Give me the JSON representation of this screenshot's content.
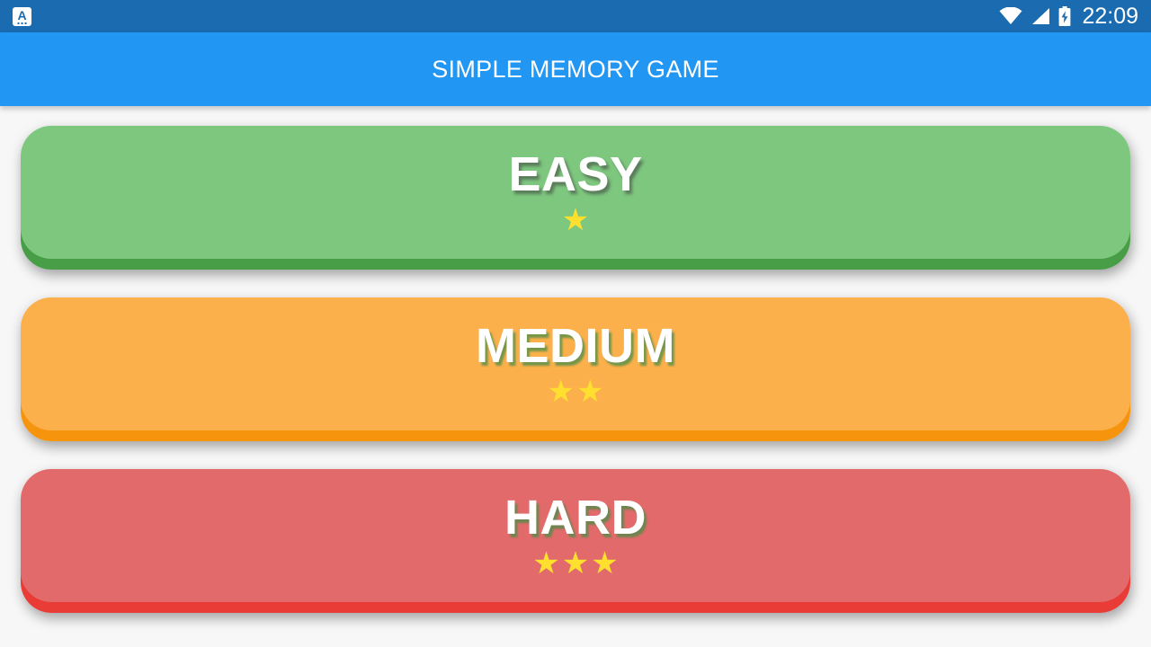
{
  "status_bar": {
    "background_color": "#1B6BB0",
    "notification_icon": "app-letter-a-icon",
    "notification_letter": "A",
    "icons": [
      "wifi-icon",
      "cellular-signal-icon",
      "battery-charging-icon"
    ],
    "clock": "22:09"
  },
  "app_bar": {
    "title": "SIMPLE MEMORY GAME",
    "background_color": "#2196F3",
    "text_color": "#FFFFFF"
  },
  "screen": {
    "background_color": "#F7F7F8"
  },
  "difficulty_buttons": [
    {
      "id": "easy",
      "label": "EASY",
      "stars": 1,
      "star_glyph": "★",
      "face_color": "#7EC77F",
      "edge_color": "#479E46",
      "star_color": "#FFE02E",
      "label_shadow": "dark"
    },
    {
      "id": "medium",
      "label": "MEDIUM",
      "stars": 2,
      "star_glyph": "★",
      "face_color": "#FCB04C",
      "edge_color": "#F6940D",
      "star_color": "#FFE02E",
      "label_shadow": "green"
    },
    {
      "id": "hard",
      "label": "HARD",
      "stars": 3,
      "star_glyph": "★",
      "face_color": "#E36A6A",
      "edge_color": "#EA3C36",
      "star_color": "#FFE02E",
      "label_shadow": "green"
    }
  ]
}
